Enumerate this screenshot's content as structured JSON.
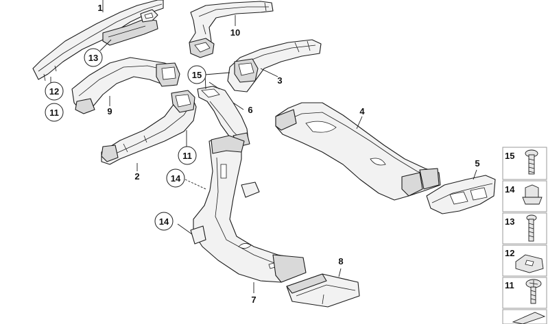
{
  "callouts": {
    "c1": "1",
    "c2": "2",
    "c3": "3",
    "c4": "4",
    "c5": "5",
    "c6": "6",
    "c7": "7",
    "c8": "8",
    "c9": "9",
    "c10": "10",
    "c11a": "11",
    "c11b": "11",
    "c12": "12",
    "c13": "13",
    "c14a": "14",
    "c14b": "14",
    "c15": "15"
  },
  "legend": {
    "items": [
      "15",
      "14",
      "13",
      "12",
      "11"
    ]
  }
}
